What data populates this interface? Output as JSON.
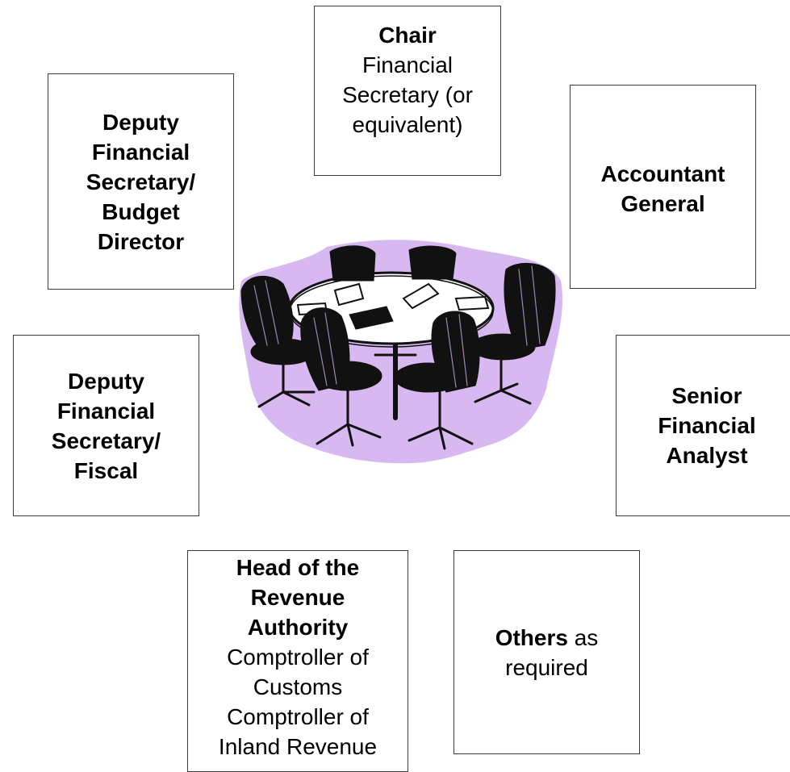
{
  "roles": {
    "chair": {
      "title": "Chair",
      "lines": [
        "Financial",
        "Secretary (or",
        "equivalent)"
      ]
    },
    "deputy_budget": {
      "lines": [
        "Deputy",
        "Financial",
        "Secretary/",
        "Budget",
        "Director"
      ]
    },
    "accountant_general": {
      "lines": [
        "Accountant",
        "General"
      ]
    },
    "deputy_fiscal": {
      "lines": [
        "Deputy",
        "Financial",
        "Secretary/",
        "Fiscal"
      ]
    },
    "senior_analyst": {
      "lines": [
        "Senior",
        "Financial",
        "Analyst"
      ]
    },
    "revenue_head": {
      "title_lines": [
        "Head of the",
        "Revenue",
        "Authority"
      ],
      "lines": [
        "Comptroller of",
        "Customs",
        "Comptroller of",
        "Inland Revenue"
      ]
    },
    "others": {
      "title": "Others",
      "suffix": "as",
      "lines": [
        "required"
      ]
    }
  },
  "colors": {
    "illustration_bg": "#d8b8f0",
    "illustration_ink": "#111111",
    "box_border": "#3a3a3a"
  },
  "icons": {
    "center": "meeting-table-chairs-icon"
  }
}
